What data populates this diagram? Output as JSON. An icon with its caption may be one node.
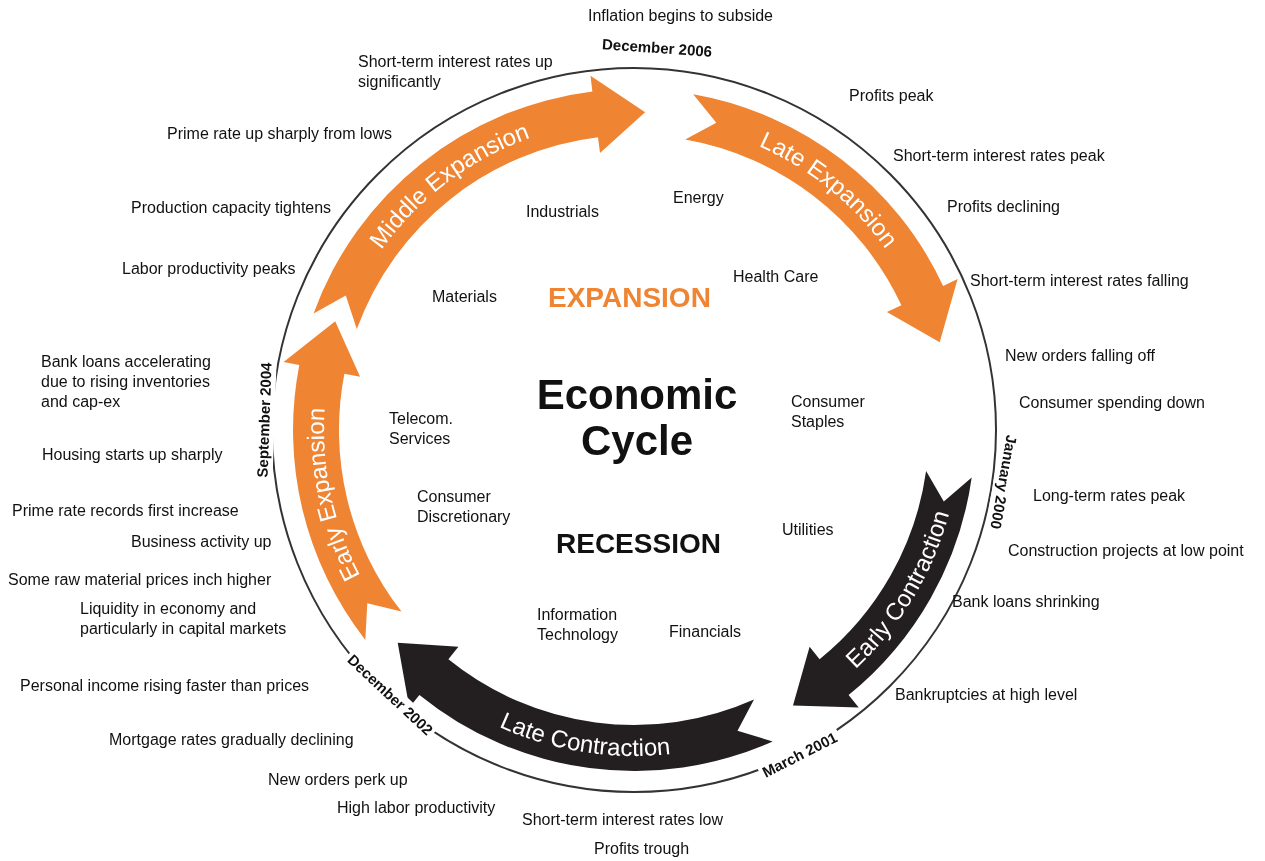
{
  "diagram": {
    "title": "Economic Cycle",
    "nodes": [
      {
        "text": [
          "Middle Expansion"
        ]
      },
      {
        "text": [
          "Late Expansion"
        ]
      },
      {
        "text": [
          "Early Contraction"
        ]
      },
      {
        "text": [
          "Late Contraction"
        ]
      },
      {
        "text": [
          "Early Expansion"
        ]
      }
    ],
    "labels": [
      "Inflation begins to subside",
      "December 2006",
      "Short-term interest rates up significantly",
      "Profits peak",
      "Prime rate up sharply from lows",
      "Short-term interest rates peak",
      "Production capacity tightens",
      "Industrials",
      "Energy",
      "Profits declining",
      "Labor productivity peaks",
      "Health Care",
      "Short-term interest rates falling",
      "Materials",
      "EXPANSION",
      "New orders falling off",
      "Bank loans accelerating due to rising inventories and cap-ex",
      "September 2004",
      "Consumer Staples",
      "Consumer spending down",
      "January 2000",
      "Telecom. Services",
      "Housing starts up sharply",
      "Long-term rates peak",
      "Consumer Discretionary",
      "Prime rate records first increase",
      "Business activity up",
      "RECESSION",
      "Utilities",
      "Construction projects at low point",
      "Some raw material prices inch higher",
      "Bank loans shrinking",
      "Liquidity in economy and particularly in capital markets",
      "Information Technology",
      "Financials",
      "Personal income rising faster than prices",
      "December 2002",
      "Bankruptcies at high level",
      "Mortgage rates gradually declining",
      "March 2001",
      "New orders perk up",
      "High labor productivity",
      "Short-term interest rates low",
      "Profits trough"
    ]
  }
}
